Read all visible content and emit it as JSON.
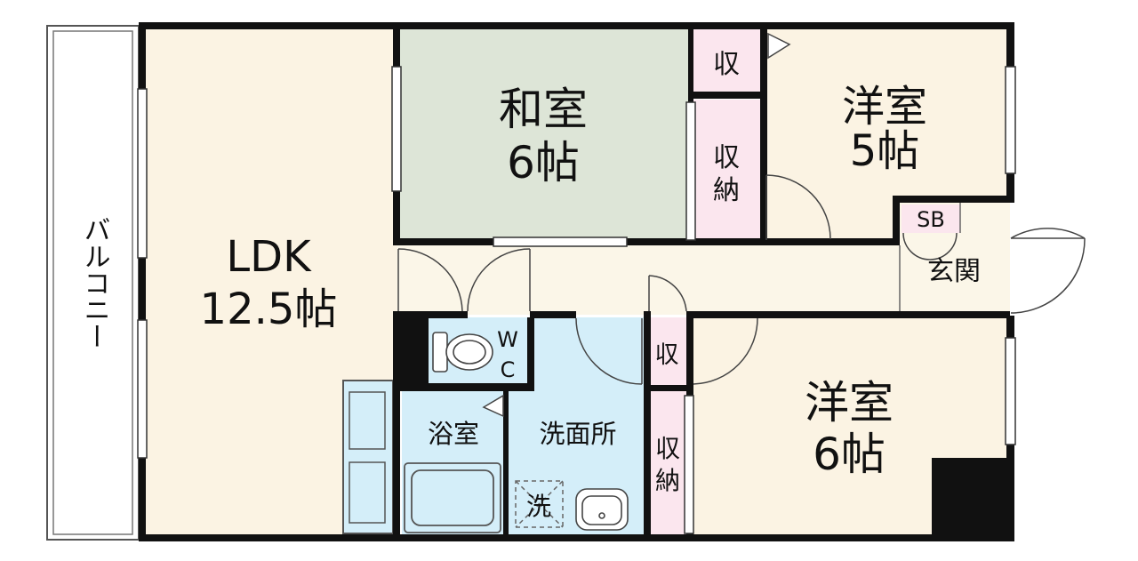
{
  "floorplan": {
    "balcony": "バルコニー",
    "ldk": {
      "name": "LDK",
      "size": "12.5帖"
    },
    "washitsu": {
      "name": "和室",
      "size": "6帖"
    },
    "youshitsu_north": {
      "name": "洋室",
      "size": "5帖"
    },
    "youshitsu_south": {
      "name": "洋室",
      "size": "6帖"
    },
    "storage_short": "収",
    "storage_long_top": "収",
    "storage_long_bottom": "納",
    "shoe_box": "SB",
    "entrance": "玄関",
    "toilet_top": "W",
    "toilet_bottom": "C",
    "bath": "浴室",
    "washroom": "洗面所",
    "washer": "洗"
  },
  "colors": {
    "wall": "#111111",
    "ldk_floor": "#fbf3e3",
    "washitsu_floor": "#dde5d7",
    "storage_floor": "#fbe6ee",
    "wet_floor": "#d4eef9",
    "hall_floor": "#fbf6e8"
  }
}
